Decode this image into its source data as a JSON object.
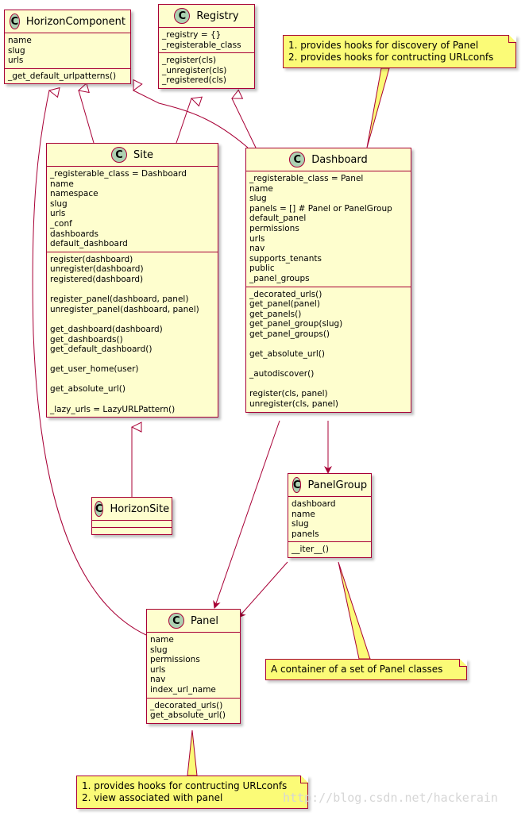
{
  "classes": {
    "horizon_component": {
      "name": "HorizonComponent",
      "fields": [
        "name",
        "slug",
        "urls"
      ],
      "methods": [
        "_get_default_urlpatterns()"
      ]
    },
    "registry": {
      "name": "Registry",
      "fields": [
        "_registry = {}",
        "_registerable_class"
      ],
      "methods": [
        "_register(cls)",
        "_unregister(cls)",
        "_registered(cls)"
      ]
    },
    "site": {
      "name": "Site",
      "fields": [
        "_registerable_class = Dashboard",
        "name",
        "namespace",
        "slug",
        "urls",
        "_conf",
        "dashboards",
        "default_dashboard"
      ],
      "methods": [
        "register(dashboard)",
        "unregister(dashboard)",
        "registered(dashboard)",
        "",
        "register_panel(dashboard, panel)",
        "unregister_panel(dashboard, panel)",
        "",
        "get_dashboard(dashboard)",
        "get_dashboards()",
        "get_default_dashboard()",
        "",
        "get_user_home(user)",
        "",
        "get_absolute_url()",
        "",
        "_lazy_urls = LazyURLPattern()"
      ]
    },
    "dashboard": {
      "name": "Dashboard",
      "fields": [
        "_registerable_class = Panel",
        "name",
        "slug",
        "panels = [] # Panel or PanelGroup",
        "default_panel",
        "permissions",
        "urls",
        "nav",
        "supports_tenants",
        "public",
        "_panel_groups"
      ],
      "methods": [
        "_decorated_urls()",
        "get_panel(panel)",
        "get_panels()",
        "get_panel_group(slug)",
        "get_panel_groups()",
        "",
        "get_absolute_url()",
        "",
        "_autodiscover()",
        "",
        "register(cls, panel)",
        "unregister(cls, panel)"
      ]
    },
    "horizon_site": {
      "name": "HorizonSite",
      "fields": [
        ""
      ],
      "methods": [
        ""
      ]
    },
    "panel_group": {
      "name": "PanelGroup",
      "fields": [
        "dashboard",
        "name",
        "slug",
        "panels"
      ],
      "methods": [
        "__iter__()"
      ]
    },
    "panel": {
      "name": "Panel",
      "fields": [
        "name",
        "slug",
        "permissions",
        "urls",
        "nav",
        "index_url_name"
      ],
      "methods": [
        "_decorated_urls()",
        "get_absolute_url()"
      ]
    }
  },
  "class_icon_letter": "C",
  "notes": {
    "dashboard_note": "1. provides hooks for discovery of Panel\n2. provides hooks for contructing URLconfs",
    "panel_group_note": "A container of a set of Panel classes",
    "panel_note": "1. provides hooks for contructing URLconfs\n2. view associated with panel"
  },
  "colors": {
    "class_fill": "#fefece",
    "class_border": "#a80036",
    "class_icon": "#add1b2",
    "note_fill": "#fbfb77",
    "edge": "#a80036"
  },
  "watermark": "http://blog.csdn.net/hackerain"
}
